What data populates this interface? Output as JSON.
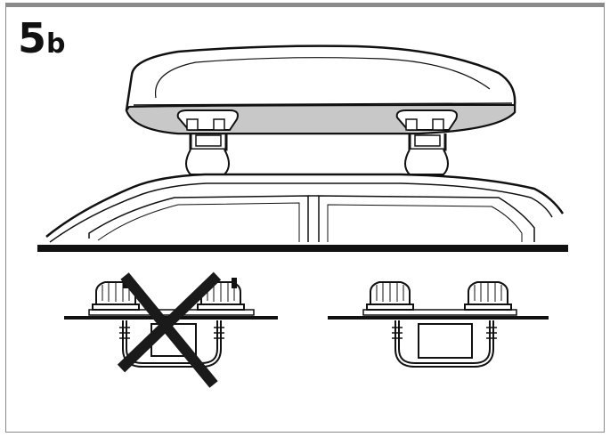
{
  "step": {
    "number": "5",
    "sub": "b"
  },
  "colors": {
    "frame": "#8a8a8a",
    "ink": "#111111",
    "box_shade": "#c8c8c8",
    "cross": "#1a1a1a"
  },
  "panels": {
    "incorrect": {
      "icon": "cross-icon"
    },
    "correct": {
      "icon": "none"
    }
  }
}
